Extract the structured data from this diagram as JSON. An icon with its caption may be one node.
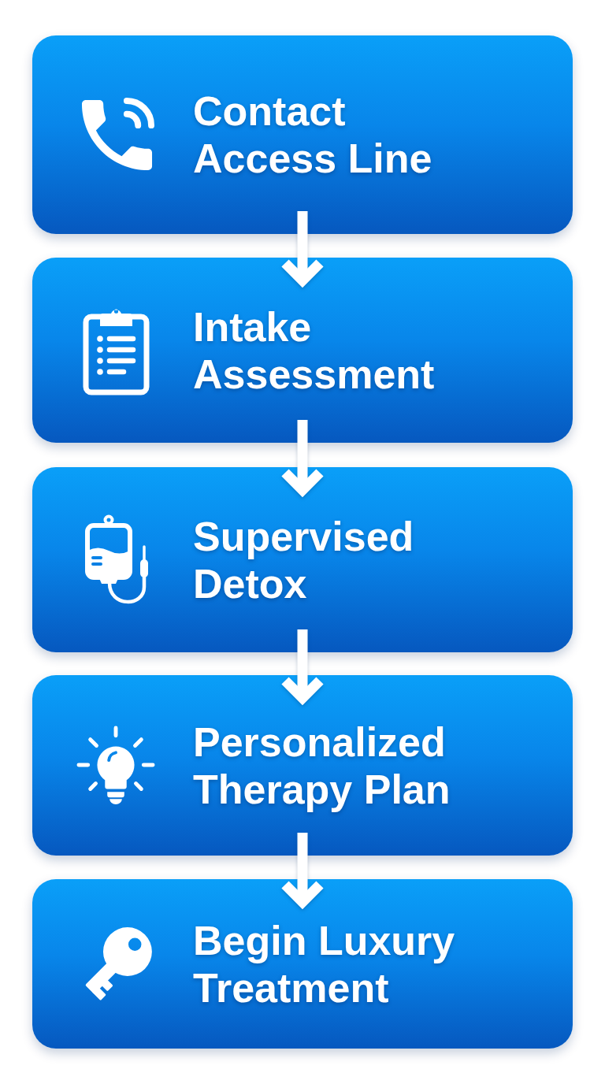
{
  "diagram": {
    "nodes": [
      {
        "text": [
          "Contact Access Line"
        ]
      },
      {
        "text": [
          "Intake Assessment"
        ]
      },
      {
        "text": [
          "Supervised Detox"
        ]
      },
      {
        "text": [
          "Personalized Therapy Plan"
        ]
      },
      {
        "text": [
          "Begin Luxury Treatment"
        ]
      }
    ],
    "edges": [
      {
        "from": 0,
        "to": 1,
        "arrow": "to"
      },
      {
        "from": 1,
        "to": 2,
        "arrow": "to"
      },
      {
        "from": 2,
        "to": 3,
        "arrow": "to"
      },
      {
        "from": 3,
        "to": 4,
        "arrow": "to"
      }
    ]
  }
}
